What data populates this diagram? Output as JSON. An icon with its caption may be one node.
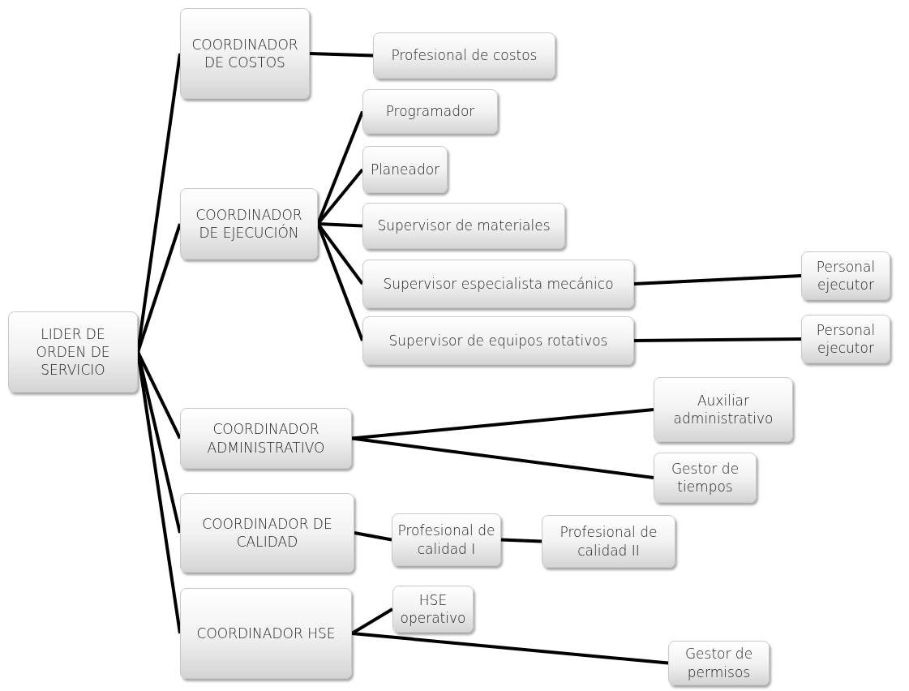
{
  "diagram": {
    "nodes": [
      {
        "text": [
          "LIDER DE ORDEN DE SERVICIO"
        ]
      },
      {
        "text": [
          "COORDINADOR DE COSTOS"
        ]
      },
      {
        "text": [
          "Profesional de costos"
        ]
      },
      {
        "text": [
          "COORDINADOR DE EJECUCIÓN"
        ]
      },
      {
        "text": [
          "Programador"
        ]
      },
      {
        "text": [
          "Planeador"
        ]
      },
      {
        "text": [
          "Supervisor de materiales"
        ]
      },
      {
        "text": [
          "Supervisor especialista mecánico"
        ]
      },
      {
        "text": [
          "Personal ejecutor"
        ]
      },
      {
        "text": [
          "Supervisor de equipos rotativos"
        ]
      },
      {
        "text": [
          "Personal ejecutor"
        ]
      },
      {
        "text": [
          "COORDINADOR ADMINISTRATIVO"
        ]
      },
      {
        "text": [
          "Auxiliar administrativo"
        ]
      },
      {
        "text": [
          "Gestor de tiempos"
        ]
      },
      {
        "text": [
          "COORDINADOR DE CALIDAD"
        ]
      },
      {
        "text": [
          "Profesional de calidad I"
        ]
      },
      {
        "text": [
          "Profesional de calidad II"
        ]
      },
      {
        "text": [
          "COORDINADOR HSE"
        ]
      },
      {
        "text": [
          "HSE operativo"
        ]
      },
      {
        "text": [
          "Gestor de permisos"
        ]
      }
    ],
    "edges": [
      {
        "from": 0,
        "to": 1,
        "arrow": "none"
      },
      {
        "from": 1,
        "to": 2,
        "arrow": "none"
      },
      {
        "from": 0,
        "to": 3,
        "arrow": "none"
      },
      {
        "from": 3,
        "to": 4,
        "arrow": "none"
      },
      {
        "from": 3,
        "to": 5,
        "arrow": "none"
      },
      {
        "from": 3,
        "to": 6,
        "arrow": "none"
      },
      {
        "from": 3,
        "to": 7,
        "arrow": "none"
      },
      {
        "from": 7,
        "to": 8,
        "arrow": "none"
      },
      {
        "from": 3,
        "to": 9,
        "arrow": "none"
      },
      {
        "from": 9,
        "to": 10,
        "arrow": "none"
      },
      {
        "from": 0,
        "to": 11,
        "arrow": "none"
      },
      {
        "from": 11,
        "to": 12,
        "arrow": "none"
      },
      {
        "from": 11,
        "to": 13,
        "arrow": "none"
      },
      {
        "from": 0,
        "to": 14,
        "arrow": "none"
      },
      {
        "from": 14,
        "to": 15,
        "arrow": "none"
      },
      {
        "from": 15,
        "to": 16,
        "arrow": "none"
      },
      {
        "from": 0,
        "to": 17,
        "arrow": "none"
      },
      {
        "from": 17,
        "to": 18,
        "arrow": "none"
      },
      {
        "from": 17,
        "to": 19,
        "arrow": "none"
      }
    ]
  }
}
